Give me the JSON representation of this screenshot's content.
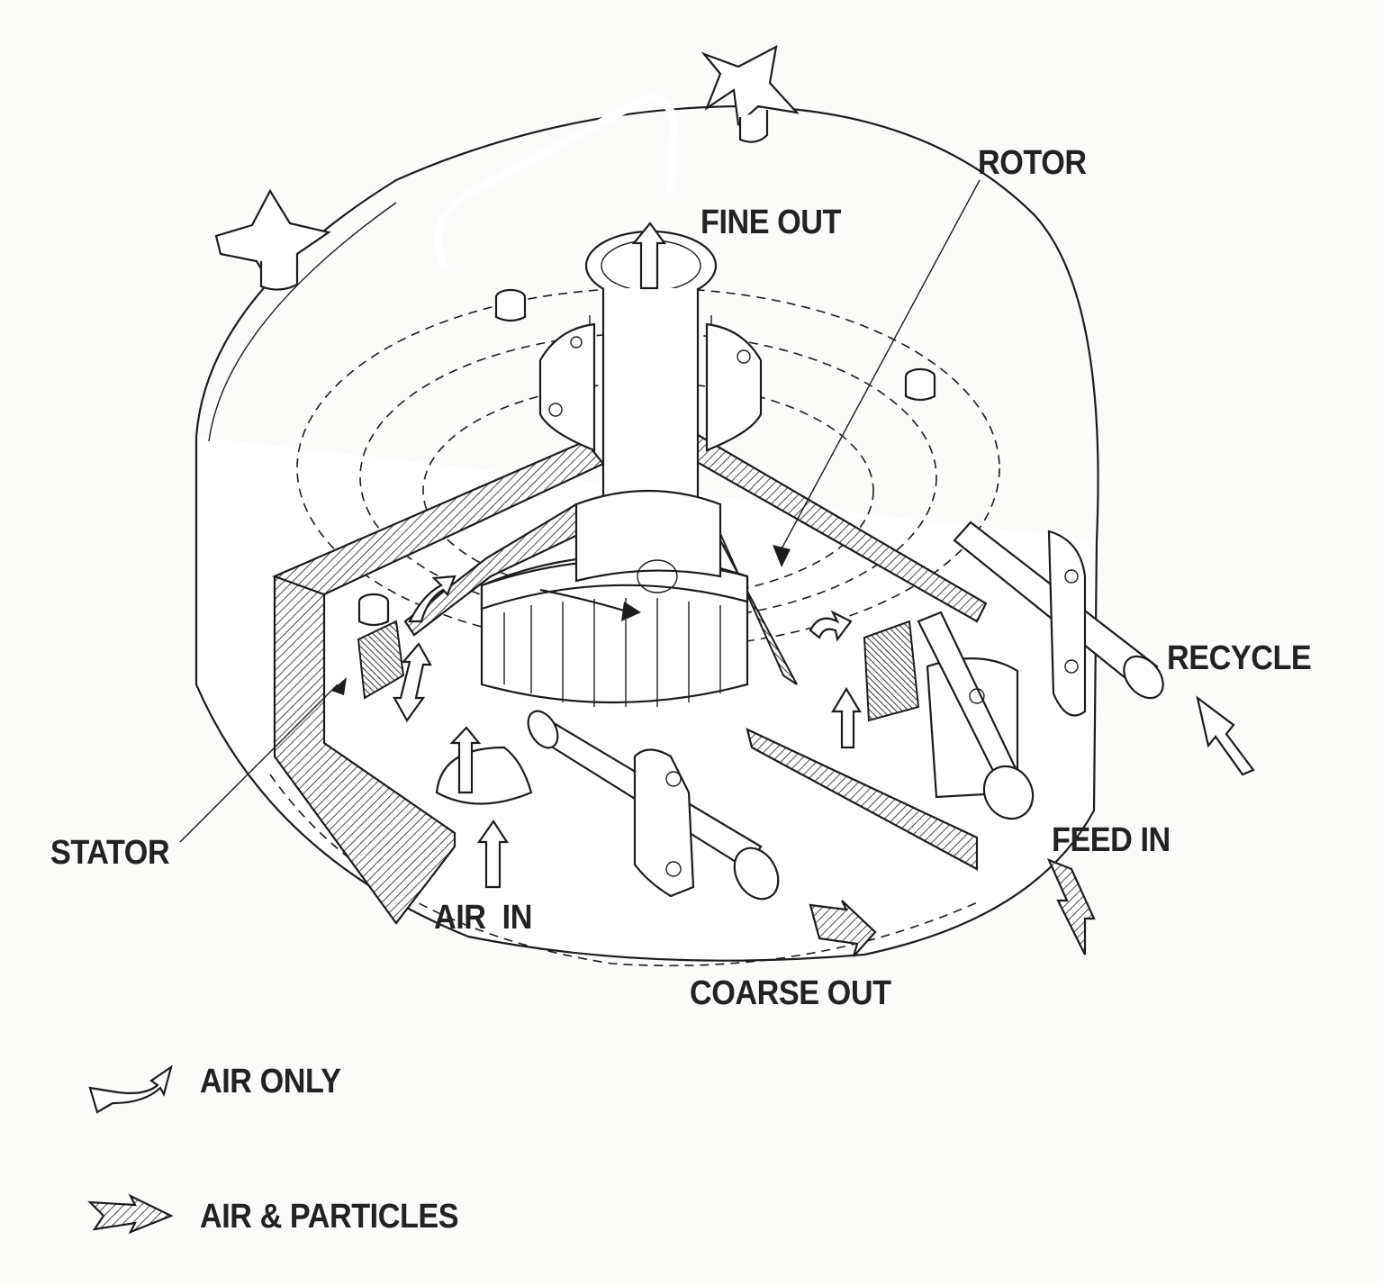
{
  "labels": {
    "rotor": "ROTOR",
    "fine_out": "FINE OUT",
    "recycle": "RECYCLE",
    "stator": "STATOR",
    "feed_in": "FEED IN",
    "air_in": "AIR  IN",
    "coarse_out": "COARSE OUT"
  },
  "legend": {
    "air_only": "AIR ONLY",
    "air_particles": "AIR & PARTICLES"
  },
  "colors": {
    "ink": "#1c1c1c",
    "paper": "#fbfbf9"
  }
}
